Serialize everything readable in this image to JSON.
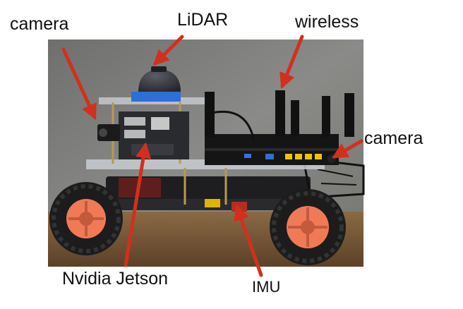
{
  "labels": {
    "camera_left": "camera",
    "lidar": "LiDAR",
    "wireless": "wireless",
    "camera_right": "camera",
    "jetson": "Nvidia Jetson",
    "imu": "IMU"
  },
  "colors": {
    "arrow": "#d32f1e",
    "backdrop": "#7d7d7b",
    "tire": "#1c1c1c",
    "hub": "#f07a55",
    "router": "#151515",
    "router_ports": "#f2c200",
    "lidar": "#3a3c44",
    "lidar_base": "#2d6fd6"
  },
  "photo_subject": "rc-car-robot"
}
